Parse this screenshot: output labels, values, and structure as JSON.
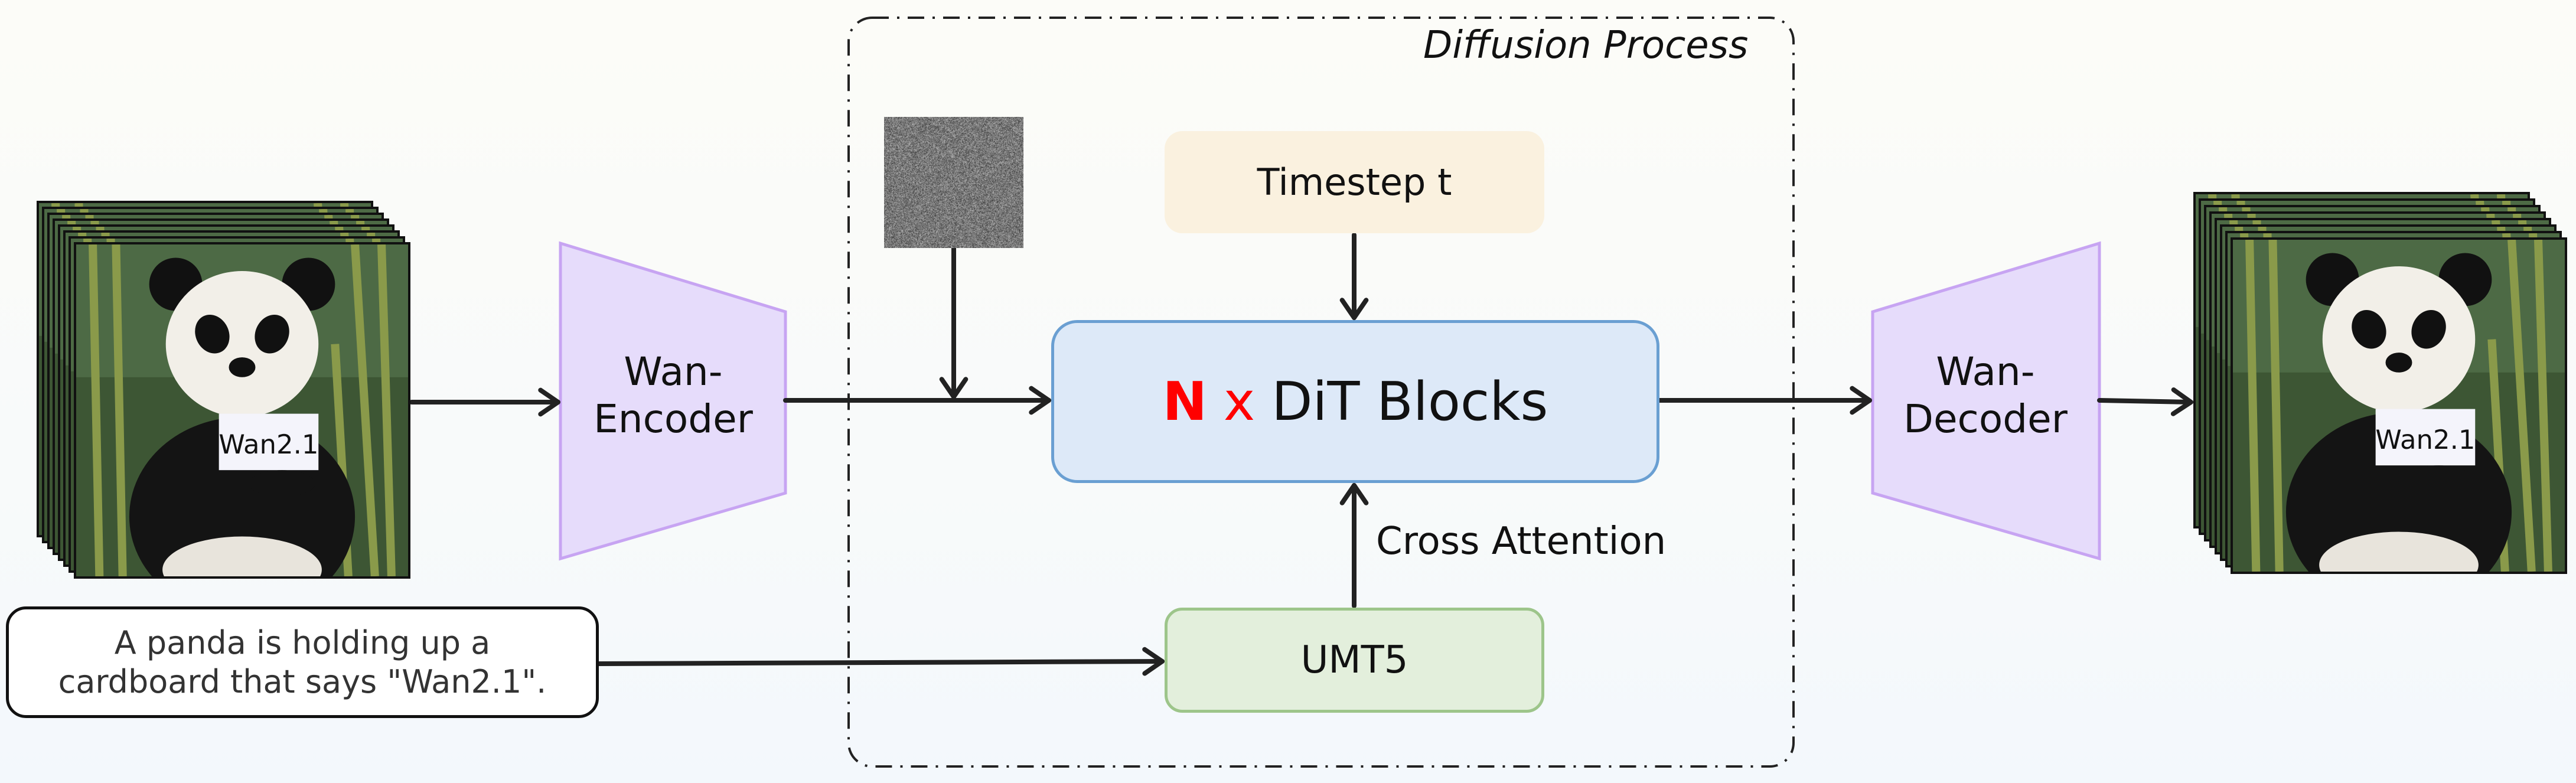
{
  "diagram": {
    "group_label": "Diffusion Process",
    "encoder_label": [
      "Wan-",
      "Encoder"
    ],
    "decoder_label": [
      "Wan-",
      "Decoder"
    ],
    "timestep_label": "Timestep t",
    "dit": {
      "n": "N",
      "x": "x",
      "label": "DiT Blocks"
    },
    "cross_attention_label": "Cross Attention",
    "text_encoder_label": "UMT5",
    "prompt_lines": [
      "A panda is holding up a",
      "cardboard that says \"Wan2.1\"."
    ],
    "image_sign_text": "Wan2.1",
    "colors": {
      "timestep_fill": "#faf1df",
      "dit_fill": "#dde9f8",
      "dit_border": "#6a9fd2",
      "umt5_fill": "#e3efdc",
      "umt5_border": "#9dc58a",
      "coder_fill": "#e6dcfb",
      "coder_border": "#c7a4f2",
      "highlight": "#ff0000"
    },
    "icons": {
      "input": "video-frames-stack",
      "noise": "gaussian-noise-image",
      "output": "video-frames-stack"
    }
  }
}
